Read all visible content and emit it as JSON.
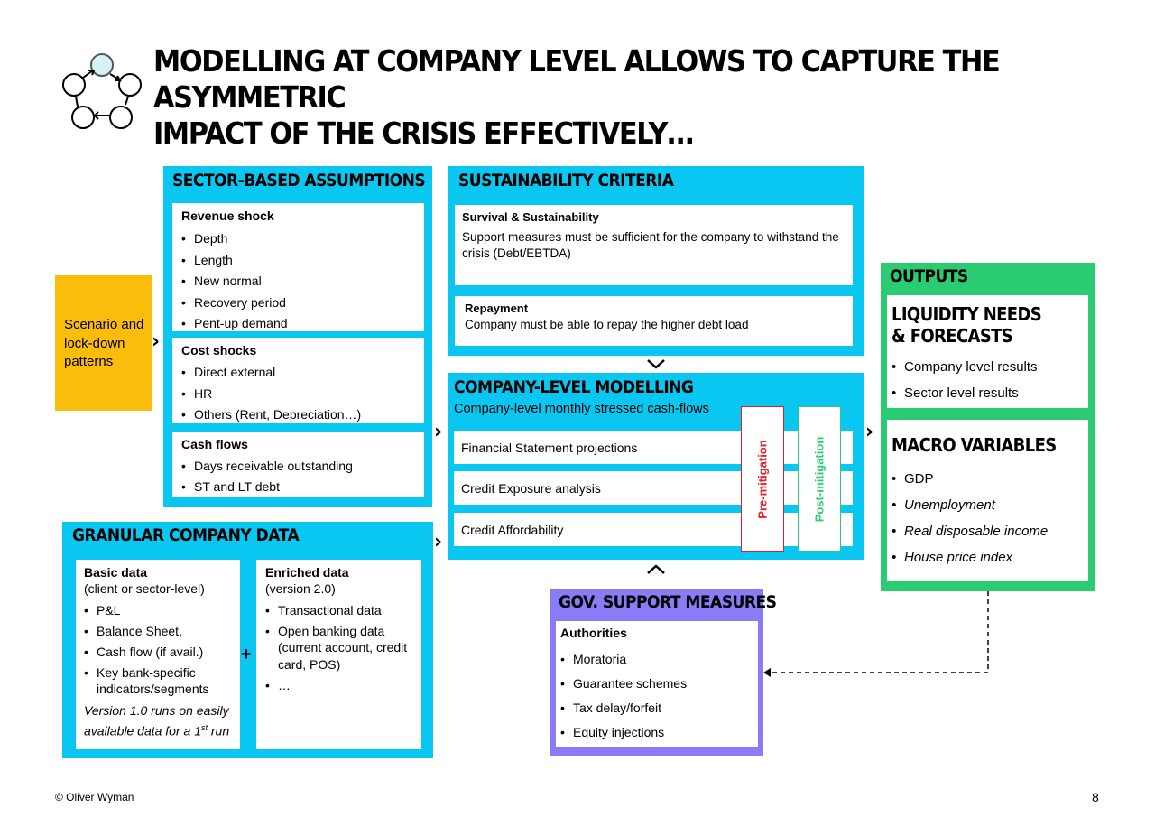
{
  "title": {
    "line1": "MODELLING AT COMPANY LEVEL ALLOWS TO CAPTURE THE ASYMMETRIC",
    "line2": "IMPACT OF THE CRISIS EFFECTIVELY…"
  },
  "scenario": {
    "text": "Scenario and lock-down patterns"
  },
  "sector": {
    "header": "SECTOR-BASED ASSUMPTIONS",
    "revenue": {
      "label": "Revenue shock",
      "items": [
        "Depth",
        "Length",
        "New normal",
        "Recovery period",
        "Pent-up demand"
      ]
    },
    "cost": {
      "label": "Cost shocks",
      "items": [
        "Direct external",
        "HR",
        "Others (Rent, Depreciation…)"
      ]
    },
    "cash": {
      "label": "Cash flows",
      "items": [
        "Days receivable outstanding",
        "ST and LT debt"
      ]
    }
  },
  "granular": {
    "header": "GRANULAR COMPANY DATA",
    "basic": {
      "label": "Basic data",
      "sub": "(client or sector-level)",
      "items": [
        "P&L",
        "Balance Sheet,",
        "Cash flow (if avail.)",
        "Key bank-specific indicators/segments"
      ],
      "note_a": "Version 1.0 runs on easily",
      "note_b": "available data for a 1",
      "note_sup": "st",
      "note_c": " run"
    },
    "plus": "+",
    "enriched": {
      "label": "Enriched data",
      "sub": "(version 2.0)",
      "items": [
        "Transactional data",
        "Open banking data (current account, credit card, POS)",
        "…"
      ]
    }
  },
  "sustainability": {
    "header": "SUSTAINABILITY CRITERIA",
    "survival": {
      "label": "Survival & Sustainability",
      "text": "Support measures must be sufficient for the company to withstand the crisis (Debt/EBTDA)"
    },
    "repayment": {
      "label": "Repayment",
      "text": "Company must be able to repay the higher debt load"
    }
  },
  "modelling": {
    "header": "COMPANY-LEVEL MODELLING",
    "subtitle": "Company-level monthly stressed cash-flows",
    "rows": [
      "Financial Statement projections",
      "Credit Exposure analysis",
      "Credit Affordability"
    ],
    "pre": "Pre-mitigation",
    "post": "Post-mitigation",
    "pre_color": "#e0202c",
    "post_color": "#2bcc71"
  },
  "gov": {
    "header": "GOV. SUPPORT MEASURES",
    "label": "Authorities",
    "items": [
      "Moratoria",
      "Guarantee schemes",
      "Tax delay/forfeit",
      "Equity injections"
    ]
  },
  "outputs": {
    "header": "OUTPUTS",
    "liquidity_a": "LIQUIDITY NEEDS",
    "liquidity_b": "& FORECASTS",
    "liquidity_items": [
      "Company level results",
      "Sector level results"
    ],
    "macro": "MACRO VARIABLES",
    "macro_items": [
      "GDP",
      "Unemployment",
      "Real disposable income",
      "House price index"
    ]
  },
  "footer": {
    "copyright": "© Oliver Wyman",
    "page": "8"
  },
  "colors": {
    "cyan": "#09c7f0",
    "green": "#2bcc71",
    "purple": "#8a7cf7",
    "yellow": "#fbbd0c"
  },
  "icons": {
    "logo": "cycle-circles-icon",
    "arrow": "chevron-right-icon"
  }
}
